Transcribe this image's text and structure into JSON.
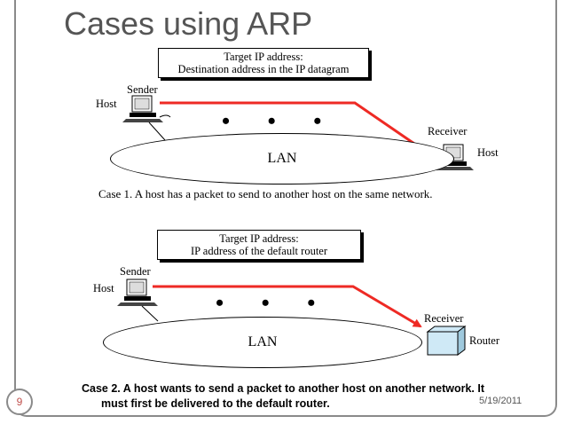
{
  "title": "Cases using ARP",
  "case1": {
    "box_line1": "Target IP address:",
    "box_line2": "Destination address in the IP datagram",
    "sender_label": "Sender",
    "host_left": "Host",
    "dots": "• • •",
    "receiver_label": "Receiver",
    "host_right": "Host",
    "lan": "LAN",
    "caption": "Case 1.  A host has a packet to send to another host on the same network."
  },
  "case2": {
    "box_line1": "Target IP address:",
    "box_line2": "IP address of the default  router",
    "sender_label": "Sender",
    "host_left": "Host",
    "dots": "• • •",
    "receiver_label": "Receiver",
    "router_label": "Router",
    "lan": "LAN",
    "caption_line1": "Case 2. A host wants to send a packet to another host on another network. It",
    "caption_line2": "must first be delivered to the default router."
  },
  "footer": {
    "date": "5/19/2011",
    "page_number": "9"
  },
  "colors": {
    "arrow": "#ee2a24",
    "router_fill": "#cfe9f6",
    "page_number": "#c0504d"
  }
}
